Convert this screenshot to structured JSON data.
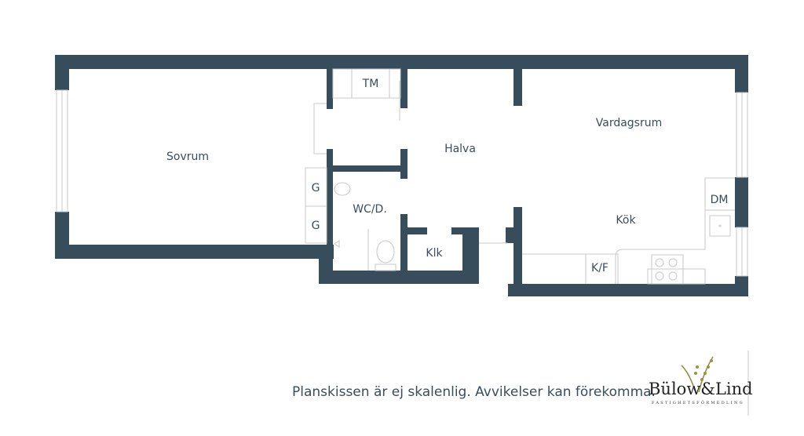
{
  "rooms": {
    "sovrum": "Sovrum",
    "halva": "Halva",
    "vardagsrum": "Vardagsrum",
    "wc": "WC/D.",
    "klk": "Klk",
    "kok": "Kök",
    "kf": "K/F",
    "dm": "DM",
    "tm": "TM",
    "g1": "G",
    "g2": "G"
  },
  "caption": "Planskissen är ej skalenlig. Avvikelser kan förekomma.",
  "logo": {
    "name": "Bülow&Lind",
    "tagline": "FASTIGHETSFÖRMEDLING"
  },
  "colors": {
    "wall": "#384d5c",
    "fixture": "#c8c8c8"
  }
}
